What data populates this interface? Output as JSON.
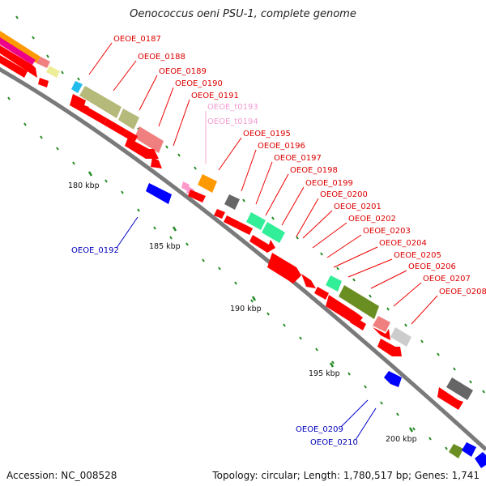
{
  "title": "Oenococcus oeni PSU-1, complete genome",
  "footer": {
    "accession": "Accession: NC_008528",
    "summary": "Topology: circular; Length: 1,780,517 bp; Genes: 1,741"
  },
  "scale_labels": [
    "180 kbp",
    "185 kbp",
    "190 kbp",
    "195 kbp",
    "200 kbp"
  ],
  "forward_genes": [
    {
      "label": "OEOE_0187",
      "color": "#dd0000"
    },
    {
      "label": "OEOE_0188",
      "color": "#dd0000"
    },
    {
      "label": "OEOE_0189",
      "color": "#dd0000"
    },
    {
      "label": "OEOE_0190",
      "color": "#dd0000"
    },
    {
      "label": "OEOE_0191",
      "color": "#dd0000"
    },
    {
      "label": "OEOE_t0193",
      "color": "#f29bd2"
    },
    {
      "label": "OEOE_t0194",
      "color": "#f29bd2"
    },
    {
      "label": "OEOE_0195",
      "color": "#dd0000"
    },
    {
      "label": "OEOE_0196",
      "color": "#dd0000"
    },
    {
      "label": "OEOE_0197",
      "color": "#dd0000"
    },
    {
      "label": "OEOE_0198",
      "color": "#dd0000"
    },
    {
      "label": "OEOE_0199",
      "color": "#dd0000"
    },
    {
      "label": "OEOE_0200",
      "color": "#dd0000"
    },
    {
      "label": "OEOE_0201",
      "color": "#dd0000"
    },
    {
      "label": "OEOE_0202",
      "color": "#dd0000"
    },
    {
      "label": "OEOE_0203",
      "color": "#dd0000"
    },
    {
      "label": "OEOE_0204",
      "color": "#dd0000"
    },
    {
      "label": "OEOE_0205",
      "color": "#dd0000"
    },
    {
      "label": "OEOE_0206",
      "color": "#dd0000"
    },
    {
      "label": "OEOE_0207",
      "color": "#dd0000"
    },
    {
      "label": "OEOE_0208",
      "color": "#dd0000"
    }
  ],
  "reverse_genes": [
    {
      "label": "OEOE_0192",
      "color": "#0000bb"
    },
    {
      "label": "OEOE_0209",
      "color": "#0000bb"
    },
    {
      "label": "OEOE_0210",
      "color": "#0000bb"
    }
  ],
  "colors": {
    "backbone": "#777777",
    "cds_forward": "#ff0000",
    "cds_reverse": "#0000ff",
    "trna": "#ff99cc",
    "tick": "#228b22",
    "cog_olive": "#b5b97a",
    "cog_salmon": "#f08080",
    "cog_orange": "#ff9900",
    "cog_green": "#33ee99",
    "cog_gray": "#666666",
    "cog_olivegreen": "#6b8e23",
    "cog_lightgray": "#cccccc",
    "cog_cyan": "#22bbee",
    "cog_yellow": "#eeee99",
    "cog_magenta": "#ee0088"
  }
}
